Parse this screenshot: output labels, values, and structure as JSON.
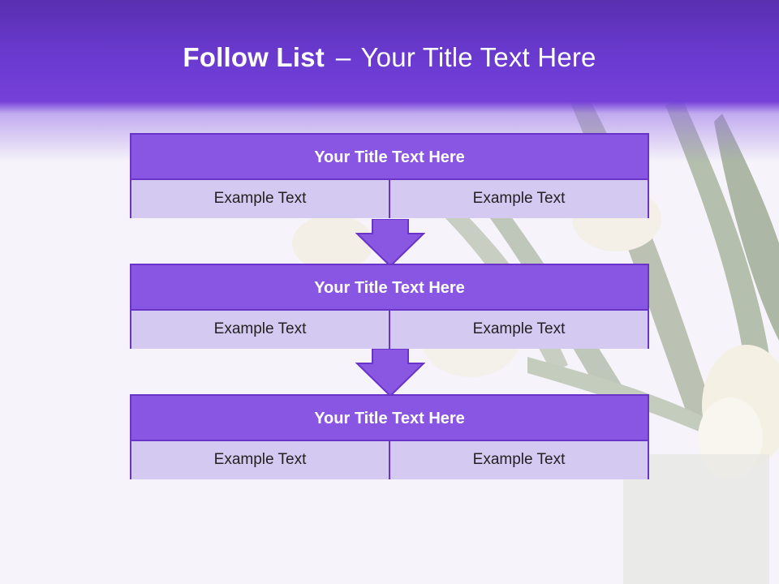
{
  "slide": {
    "title_bold": "Follow List",
    "title_separator": "–",
    "title_rest": "Your Title Text Here"
  },
  "steps": [
    {
      "title": "Your Title Text Here",
      "left": "Example Text",
      "right": "Example Text"
    },
    {
      "title": "Your Title Text Here",
      "left": "Example Text",
      "right": "Example Text"
    },
    {
      "title": "Your Title Text Here",
      "left": "Example Text",
      "right": "Example Text"
    }
  ],
  "colors": {
    "header": "#6a3ad0",
    "box_title": "#8956e3",
    "box_cell": "#d4c9f1",
    "border": "#6a34c8"
  },
  "background_image": "white-tulips-in-vase"
}
